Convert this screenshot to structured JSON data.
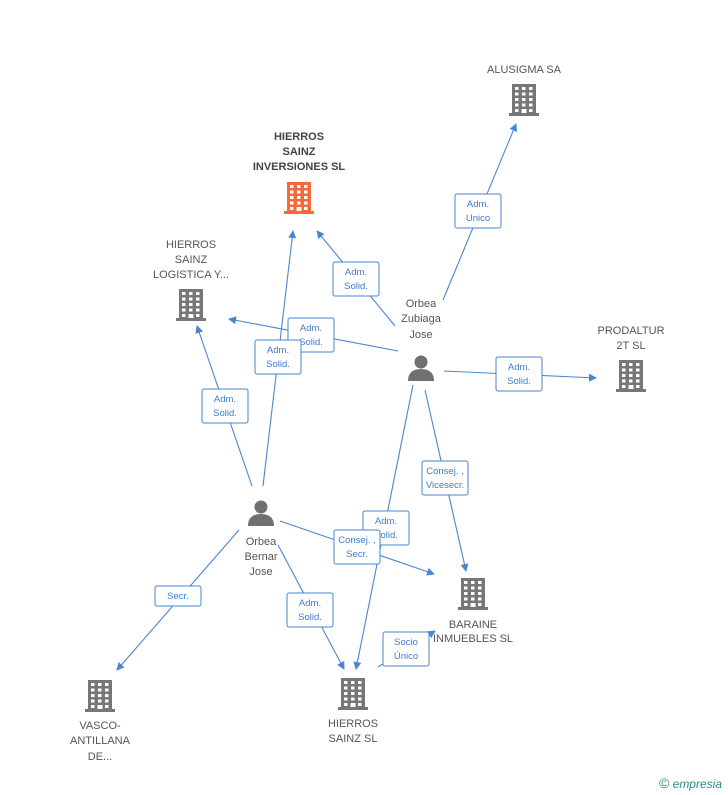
{
  "colors": {
    "edge": "#4a86d0",
    "company": "#777777",
    "focus_company": "#f26a3b",
    "person": "#707070"
  },
  "nodes": [
    {
      "id": "hierros_inversiones",
      "kind": "company",
      "focus": true,
      "label": [
        "HIERROS",
        "SAINZ",
        "INVERSIONES SL"
      ]
    },
    {
      "id": "alusigma",
      "kind": "company",
      "label": [
        "ALUSIGMA SA"
      ]
    },
    {
      "id": "hierros_logistica",
      "kind": "company",
      "label": [
        "HIERROS",
        "SAINZ",
        "LOGISTICA Y..."
      ]
    },
    {
      "id": "prodaltur",
      "kind": "company",
      "label": [
        "PRODALTUR",
        "2T SL"
      ]
    },
    {
      "id": "baraine",
      "kind": "company",
      "label": [
        "BARAINE",
        "INMUEBLES SL"
      ]
    },
    {
      "id": "hierros_sainz",
      "kind": "company",
      "label": [
        "HIERROS",
        "SAINZ  SL"
      ]
    },
    {
      "id": "vasco",
      "kind": "company",
      "label": [
        "VASCO-",
        "ANTILLANA",
        "DE..."
      ]
    },
    {
      "id": "orbea_zubiaga",
      "kind": "person",
      "label": [
        "Orbea",
        "Zubiaga",
        "Jose"
      ]
    },
    {
      "id": "orbea_bernar",
      "kind": "person",
      "label": [
        "Orbea",
        "Bernar",
        "Jose"
      ]
    }
  ],
  "edges": [
    {
      "from": "orbea_zubiaga",
      "to": "alusigma",
      "label": [
        "Adm.",
        "Unico"
      ]
    },
    {
      "from": "orbea_zubiaga",
      "to": "hierros_inversiones",
      "label": [
        "Adm.",
        "Solid."
      ]
    },
    {
      "from": "orbea_zubiaga",
      "to": "hierros_logistica",
      "label": [
        "Adm.",
        "Solid."
      ]
    },
    {
      "from": "orbea_zubiaga",
      "to": "prodaltur",
      "label": [
        "Adm.",
        "Solid."
      ]
    },
    {
      "from": "orbea_zubiaga",
      "to": "baraine",
      "label": [
        "Consej. ,",
        "Vicesecr."
      ]
    },
    {
      "from": "orbea_zubiaga",
      "to": "hierros_sainz",
      "label": [
        "Adm.",
        "Solid."
      ]
    },
    {
      "from": "orbea_bernar",
      "to": "hierros_inversiones",
      "label": [
        "Adm.",
        "Solid."
      ]
    },
    {
      "from": "orbea_bernar",
      "to": "hierros_logistica",
      "label": [
        "Adm.",
        "Solid."
      ]
    },
    {
      "from": "orbea_bernar",
      "to": "baraine",
      "label": [
        "Consej. ,",
        "Secr."
      ]
    },
    {
      "from": "orbea_bernar",
      "to": "hierros_sainz",
      "label": [
        "Adm.",
        "Solid."
      ]
    },
    {
      "from": "orbea_bernar",
      "to": "vasco",
      "label": [
        "Secr."
      ]
    },
    {
      "from": "hierros_sainz",
      "to": "baraine",
      "label": [
        "Socio",
        "Único"
      ]
    }
  ],
  "footer": {
    "copyright_symbol": "©",
    "brand_initial": "e",
    "brand_rest": "mpresia"
  }
}
